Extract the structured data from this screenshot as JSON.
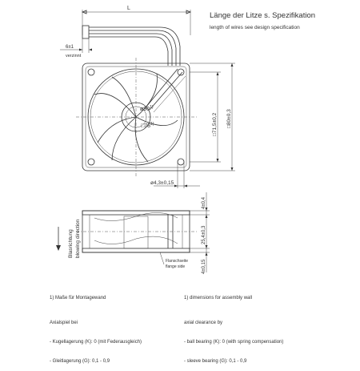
{
  "header": {
    "wire_length_de": "Länge der Litze s. Spezifikation",
    "wire_length_en": "length of wires see design specification"
  },
  "dimensions": {
    "length_L": "L",
    "tinned_length": "6±1",
    "tinned_label": "verzinnt",
    "hole_circle": "ø90",
    "hole_circle_note": "1)",
    "square_78": "□78",
    "square_78_note": "1)",
    "square_71_5": "□71,5±0,2",
    "square_80": "□80±0,3",
    "hole_dia": "ø4,3±0,15",
    "top_clearance": "4±0,4",
    "height": "25,4±0,3",
    "bottom_clearance": "4±0,15"
  },
  "side_view": {
    "airflow_de": "Blasrichtung",
    "airflow_en": "blowing direction",
    "flange_de": "Flanschseite",
    "flange_en": "flange side"
  },
  "notes_de": {
    "footnote": "1) Maße für Montagewand",
    "axial": "Axialspiel bei",
    "ball": "- Kugellagerung (K): 0 (mit Federausgleich)",
    "sleeve": "- Gleitlagerung (G): 0,1 - 0,9"
  },
  "notes_en": {
    "footnote": "1) dimensions for assembly wall",
    "axial": "axial clearance by",
    "ball": "- ball bearing (K): 0 (with spring compensation)",
    "sleeve": "- sleeve bearing (G): 0,1 - 0,9"
  }
}
